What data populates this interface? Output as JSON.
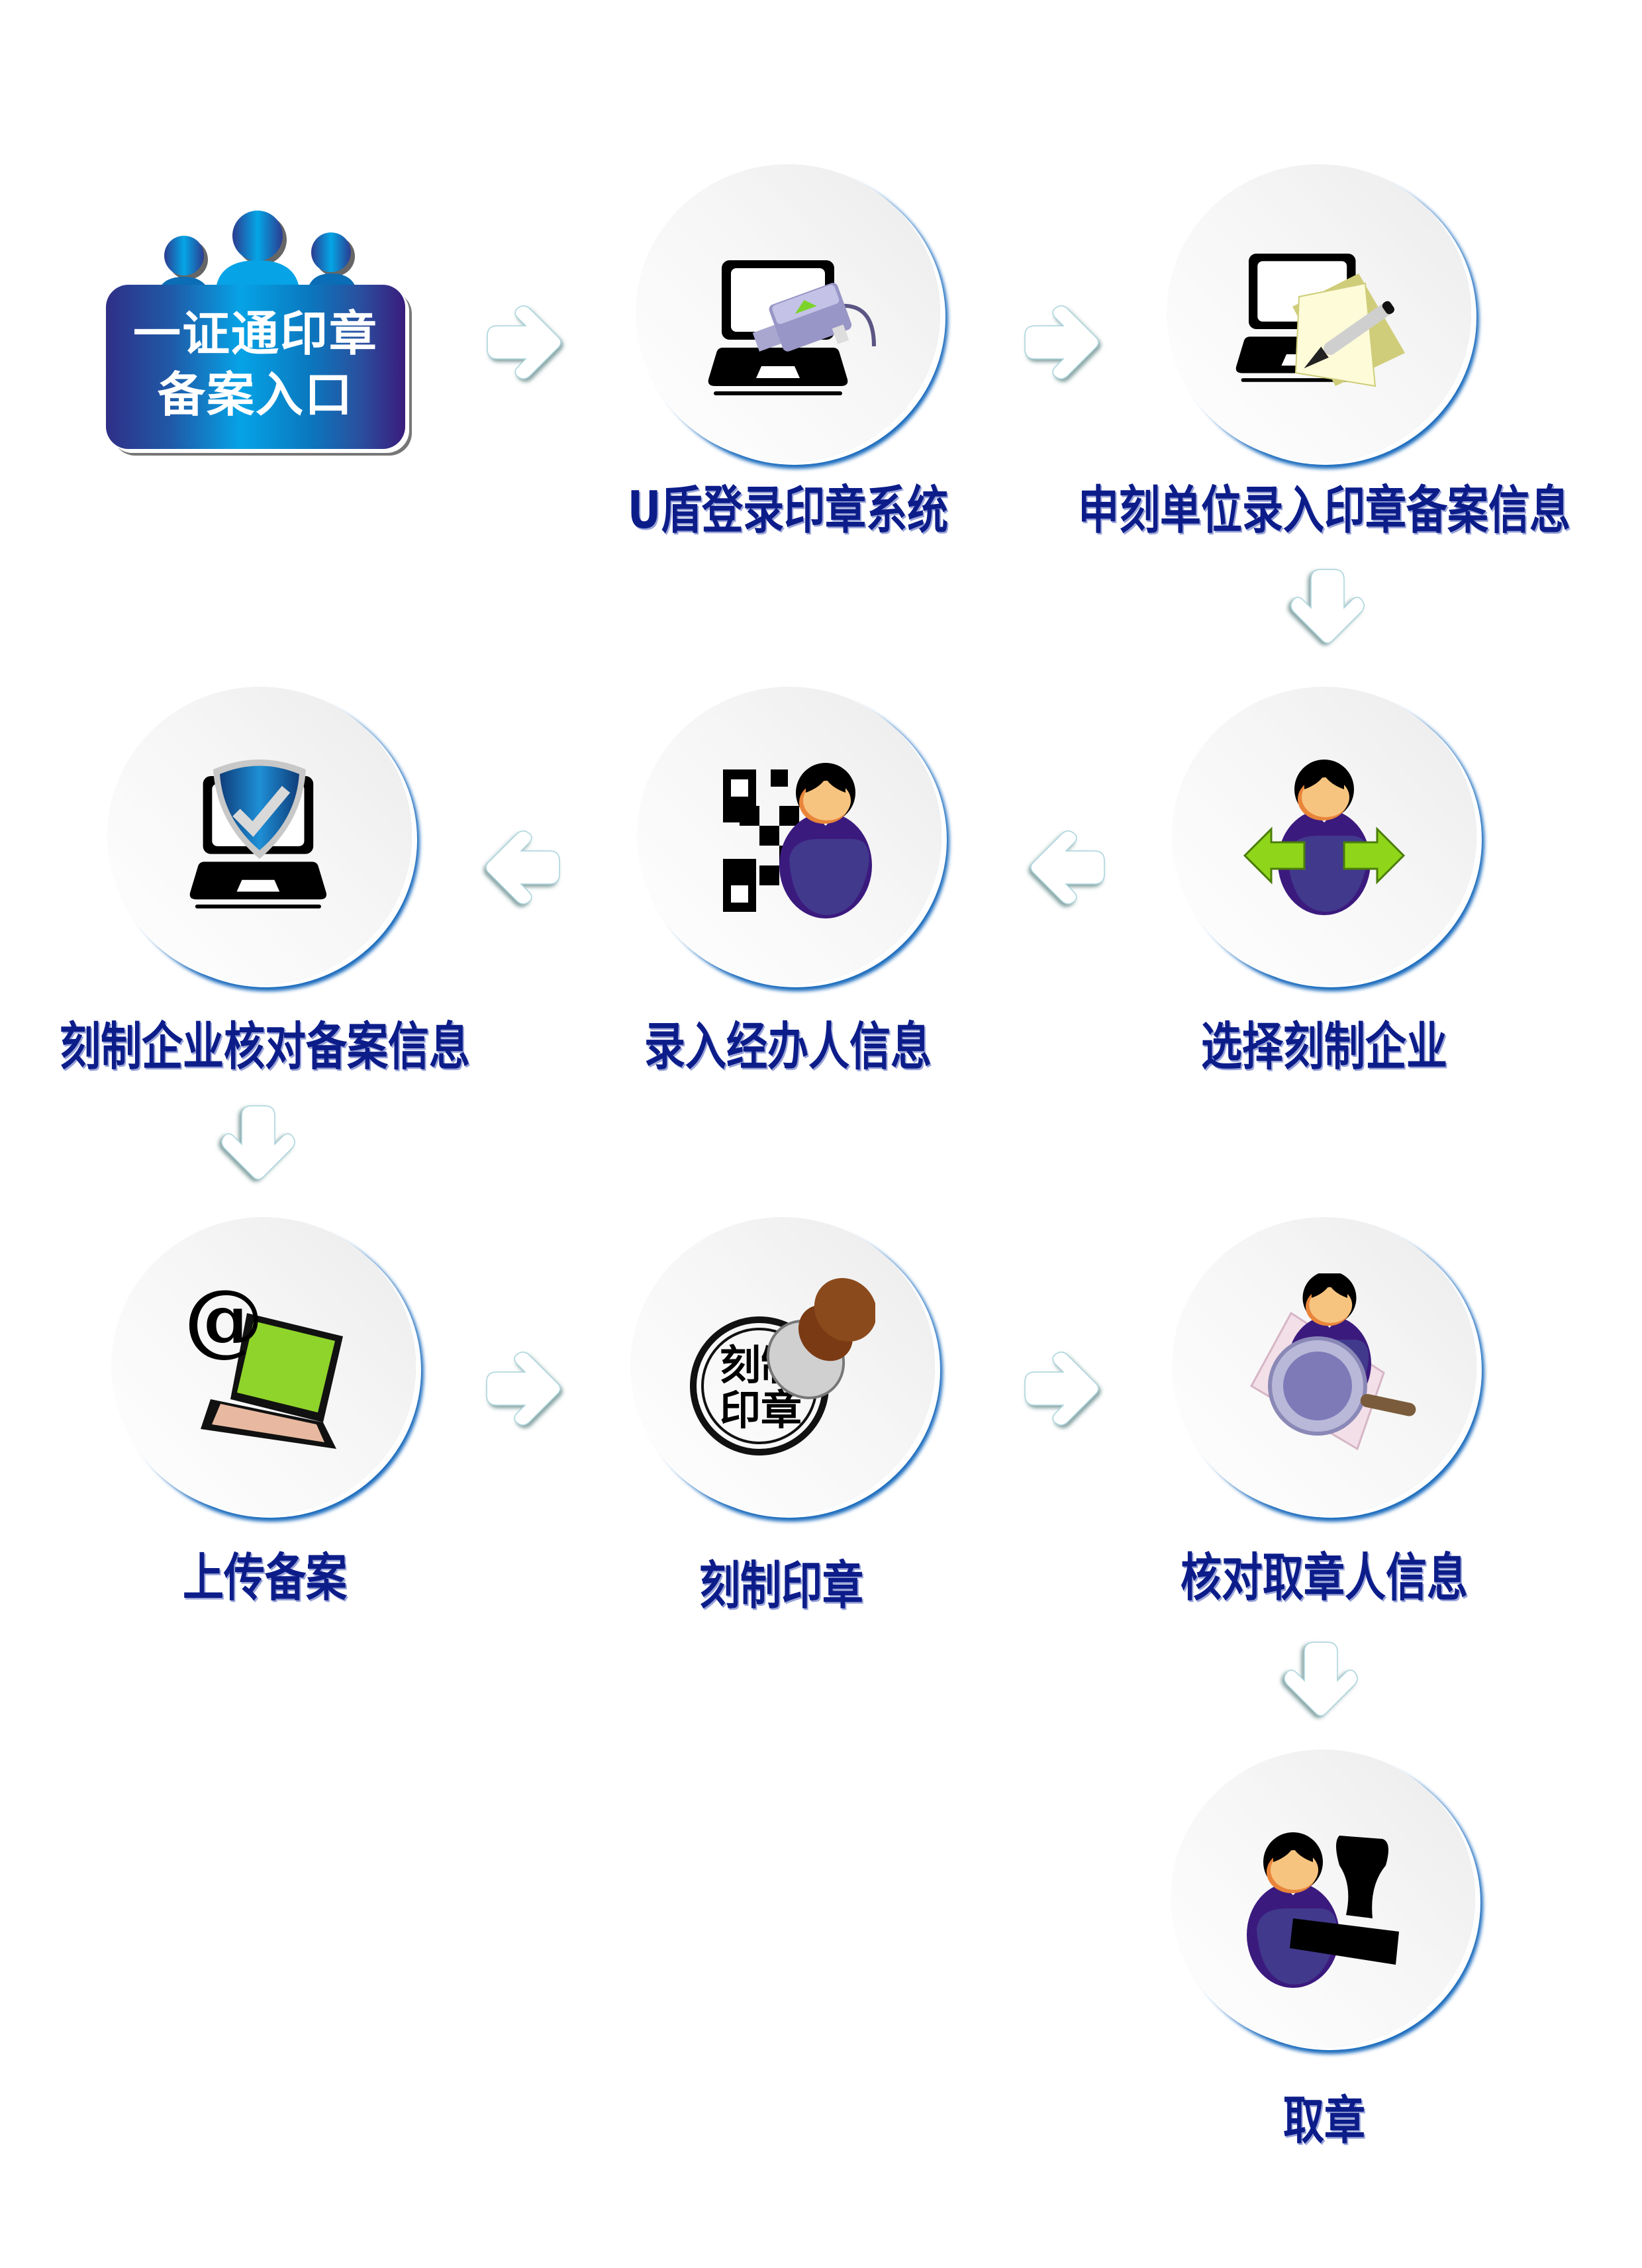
{
  "entry": {
    "line1": "一证通印章",
    "line2": "备案入口",
    "colors": {
      "gradient_dark": "#2f2f86",
      "gradient_light": "#06a3e6"
    }
  },
  "steps": [
    {
      "label": "U盾登录印章系统",
      "icon": "laptop-usb-key-icon"
    },
    {
      "label": "申刻单位录入印章备案信息",
      "icon": "laptop-document-pen-icon"
    },
    {
      "label": "选择刻制企业",
      "icon": "person-left-right-arrows-icon"
    },
    {
      "label": "录入经办人信息",
      "icon": "qr-code-person-icon"
    },
    {
      "label": "刻制企业核对备案信息",
      "icon": "laptop-shield-check-icon"
    },
    {
      "label": "上传备案",
      "icon": "at-sign-laptop-icon"
    },
    {
      "label": "刻制印章",
      "icon": "rubber-stamp-icon",
      "stamp_text": [
        "刻制",
        "印章"
      ]
    },
    {
      "label": "核对取章人信息",
      "icon": "person-magnifier-icon"
    },
    {
      "label": "取章",
      "icon": "person-holding-stamp-icon"
    }
  ],
  "colors": {
    "label_text": "#0c1d8a",
    "circle_ring": "#1a6bbd",
    "person_body": "#3f3a8c",
    "person_skin": "#f7c47f"
  }
}
